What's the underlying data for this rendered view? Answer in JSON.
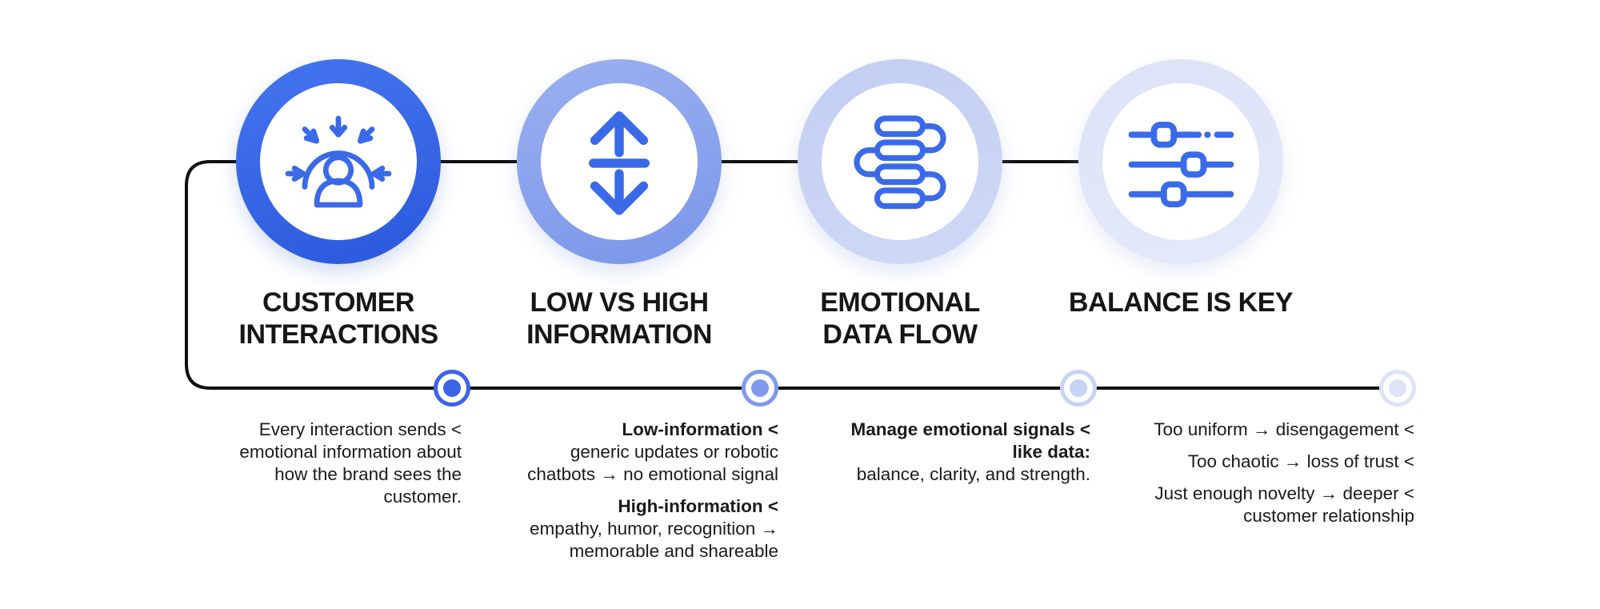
{
  "diagram": {
    "background": "#ffffff",
    "line_color": "#0f0f0f",
    "icon_color": "#3a6ae8",
    "title_color": "#161616"
  },
  "steps": [
    {
      "title": "CUSTOMER\nINTERACTIONS",
      "icon": "person-focus-icon",
      "ring_color": "#3161e3"
    },
    {
      "title": "LOW VS HIGH\nINFORMATION",
      "icon": "up-down-arrows-icon",
      "ring_color": "#8aa2ec"
    },
    {
      "title": "EMOTIONAL\nDATA FLOW",
      "icon": "flow-pills-icon",
      "ring_color": "#c9d4f4"
    },
    {
      "title": "BALANCE IS KEY",
      "icon": "sliders-icon",
      "ring_color": "#e0e5f8"
    }
  ],
  "timeline": {
    "dot_colors": [
      "#3b64e8",
      "#7f9aeb",
      "#c6d3f5",
      "#dde3f9"
    ]
  },
  "descriptions": [
    {
      "rows": [
        {
          "text": "Every interaction sends <"
        },
        {
          "text": "emotional information about"
        },
        {
          "text": "how the brand sees the"
        },
        {
          "text": "customer."
        }
      ]
    },
    {
      "rows": [
        {
          "text": "Low-information <",
          "bold": true
        },
        {
          "text": "generic updates or robotic"
        },
        {
          "text": "chatbots → no emotional signal"
        },
        {
          "text": "High-information <",
          "bold": true,
          "gap": true
        },
        {
          "text": "empathy, humor, recognition →"
        },
        {
          "text": "memorable and shareable"
        }
      ]
    },
    {
      "rows": [
        {
          "text": "Manage emotional signals <",
          "bold": true
        },
        {
          "text": "like data:",
          "bold": true
        },
        {
          "text": "balance, clarity, and strength."
        }
      ]
    },
    {
      "rows": [
        {
          "text": "Too uniform → disengagement <"
        },
        {
          "text": "Too chaotic → loss of trust <",
          "gap": true
        },
        {
          "text": "Just enough novelty → deeper <",
          "gap": true
        },
        {
          "text": "customer relationship"
        }
      ]
    }
  ]
}
